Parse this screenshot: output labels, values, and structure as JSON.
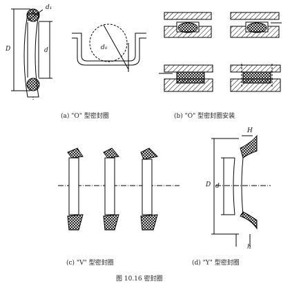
{
  "labels": {
    "a_d1": "d₁",
    "a_D": "D",
    "a_d": "d",
    "a_d0": "d₀",
    "d_H": "H",
    "d_D": "D",
    "d_d": "d",
    "d_h": "h"
  },
  "captions": {
    "a": "(a) \"O\" 型密封圈",
    "b": "(b) \"O\" 型密封圈安装",
    "c": "(c) \"V\" 型密封圈",
    "d": "(d) \"Y\" 型密封圈",
    "figure": "图 10.16  密封圈"
  }
}
